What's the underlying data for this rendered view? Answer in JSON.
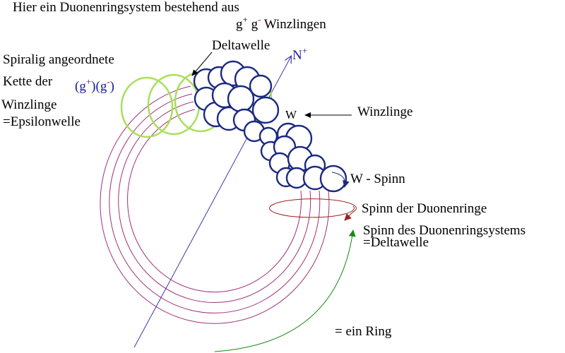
{
  "labels": {
    "title_line1": "Hier ein Duonenringsystem bestehend aus",
    "g_plus_base": "g",
    "g_plus_sup": "+",
    "g_minus_base": "g",
    "g_minus_sup": "-",
    "winzlingen": "Winzlingen",
    "spiralig_line1": "Spiralig angeordnete",
    "kette_der": "Kette der",
    "chain_open1": "(g",
    "chain_sup1": "+",
    "chain_mid": ")(g",
    "chain_sup2": "-",
    "chain_close": ")",
    "winzlinge_left": "Winzlinge",
    "epsilonwelle": "=Epsilonwelle",
    "deltawelle_top": "Deltawelle",
    "n_base": "N",
    "n_sup": "+",
    "w_small": "W",
    "winzlinge_right": "Winzlinge",
    "w_spinn": "W  -  Spinn",
    "spinn_duonenringe": "Spinn der Duonenringe",
    "spinn_system": "Spinn des Duonenringsystems",
    "deltawelle_eq": "=Deltawelle",
    "ein_ring": "= ein Ring"
  },
  "colors": {
    "rings": "#a0307a",
    "spiral": "#a8e05a",
    "circles": "#1c2a80",
    "axis": "#3a3aa8",
    "green_arrow": "#1a8a1a",
    "spin_arrow": "#a02020",
    "label_blue": "#1a1a9a",
    "sup_red": "#e00000"
  }
}
